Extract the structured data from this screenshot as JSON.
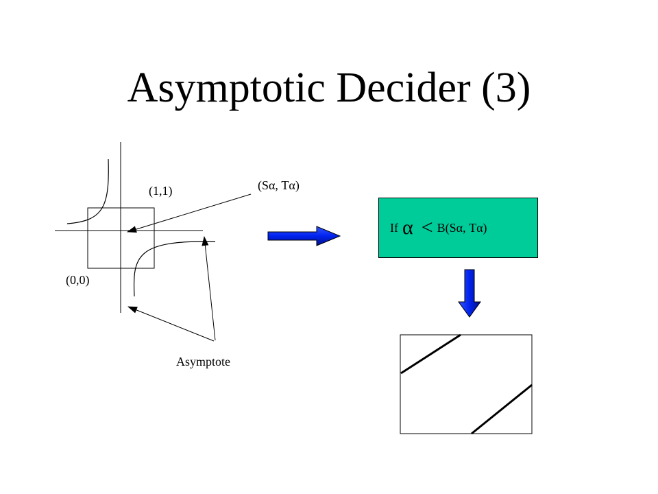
{
  "slide": {
    "title": "Asymptotic Decider (3)"
  },
  "labels": {
    "corner_top_right": "(1,1)",
    "corner_bottom_left": "(0,0)",
    "saddle_point": "(Sα, Tα)",
    "asymptote": "Asymptote"
  },
  "decision": {
    "prefix": "If",
    "alpha": "α",
    "op": "<",
    "expression": "B(Sα, Tα)",
    "fill_color": "#00cc99"
  },
  "colors": {
    "arrow_fill": "#0033ff",
    "box_fill": "#00cc99"
  },
  "icons": {
    "right_arrow": "block-arrow-right",
    "down_arrow": "block-arrow-down"
  }
}
